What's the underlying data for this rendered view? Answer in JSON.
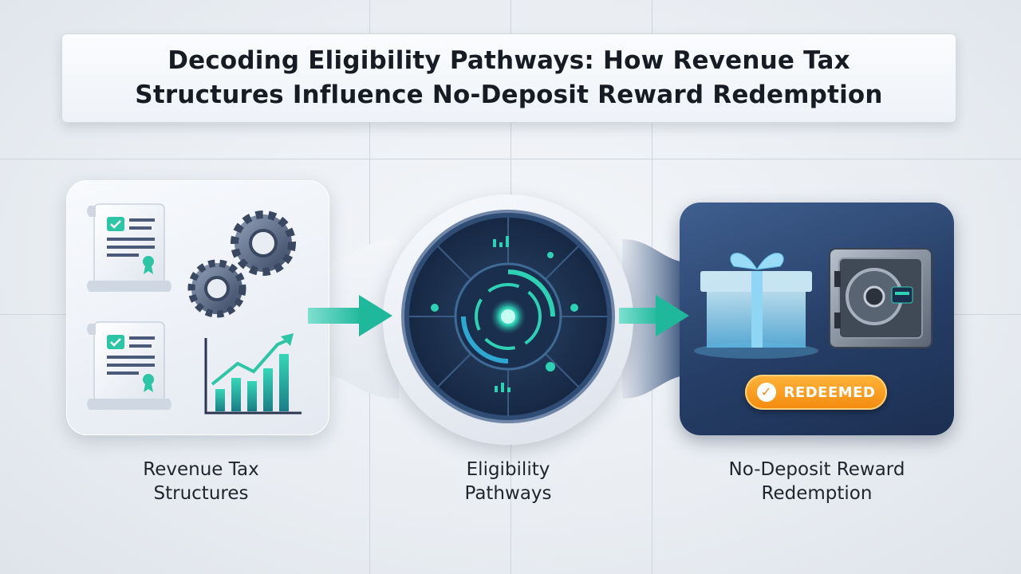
{
  "title": {
    "line1": "Decoding Eligibility Pathways: How Revenue Tax",
    "line2": "Structures Influence No-Deposit Reward Redemption"
  },
  "steps": [
    {
      "line1": "Revenue Tax",
      "line2": "Structures",
      "icons": [
        "document-icon",
        "gear-icon",
        "bar-chart-icon"
      ]
    },
    {
      "line1": "Eligibility",
      "line2": "Pathways",
      "icons": [
        "dial-hub-icon"
      ]
    },
    {
      "line1": "No-Deposit Reward",
      "line2": "Redemption",
      "icons": [
        "gift-box-icon",
        "vault-icon"
      ]
    }
  ],
  "badge": {
    "label": "REDEEMED",
    "icon": "check-icon"
  },
  "colors": {
    "accent_teal": "#2ec4a6",
    "panel_dark": "#263e66",
    "badge_orange": "#f28a0f",
    "gear": "#4a5a78"
  }
}
